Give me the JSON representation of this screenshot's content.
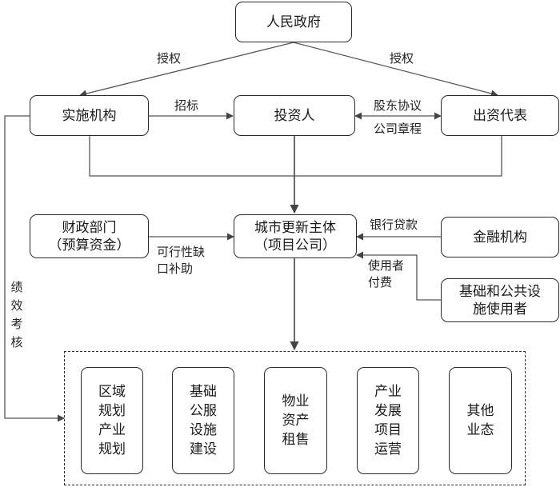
{
  "nodes": {
    "government": "人民政府",
    "implementing_agency": "实施机构",
    "investor": "投资人",
    "capital_representative": "出资代表",
    "finance_dept_line1": "财政部门",
    "finance_dept_line2": "（预算资金）",
    "project_company_line1": "城市更新主体",
    "project_company_line2": "（项目公司）",
    "financial_institution": "金融机构",
    "infra_users_line1": "基础和公共设",
    "infra_users_line2": "施使用者"
  },
  "business": [
    {
      "lines": [
        "区域",
        "规划",
        "产业",
        "规划"
      ]
    },
    {
      "lines": [
        "基础",
        "公服",
        "设施",
        "建设"
      ]
    },
    {
      "lines": [
        "物业",
        "资产",
        "租售"
      ]
    },
    {
      "lines": [
        "产业",
        "发展",
        "项目",
        "运营"
      ]
    },
    {
      "lines": [
        "其他",
        "业态"
      ]
    }
  ],
  "edge_labels": {
    "authorize_left": "授权",
    "authorize_right": "授权",
    "bidding": "招标",
    "shareholder_agreement": "股东协议",
    "articles_of_association": "公司章程",
    "viability_gap_line1": "可行性缺",
    "viability_gap_line2": "口补助",
    "bank_loan": "银行贷款",
    "user_fee_line1": "使用者",
    "user_fee_line2": "付费",
    "performance_review": [
      "绩",
      "效",
      "考",
      "核"
    ]
  },
  "colors": {
    "stroke": "#2b2b2b",
    "line": "#555555"
  }
}
